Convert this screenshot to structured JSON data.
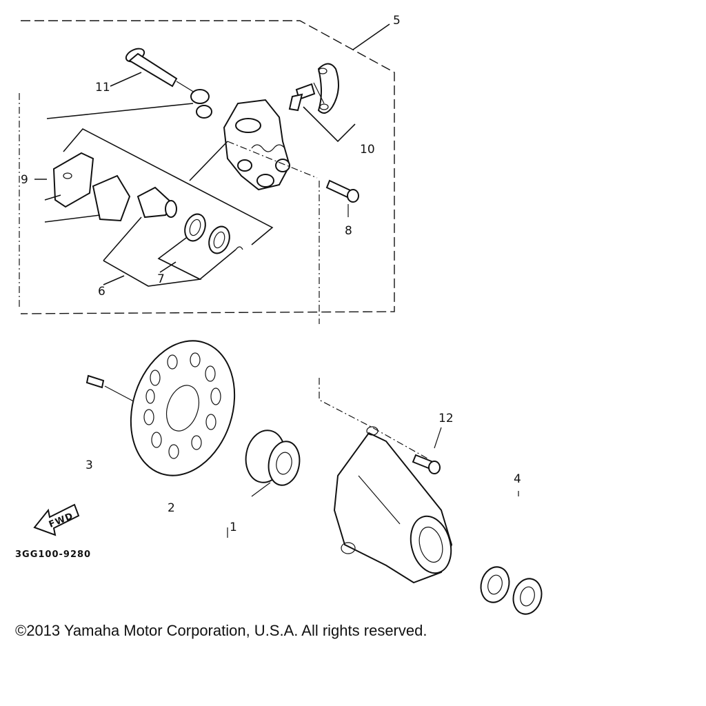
{
  "diagram": {
    "callouts": {
      "c1": "1",
      "c2": "2",
      "c3": "3",
      "c4": "4",
      "c5": "5",
      "c6": "6",
      "c7": "7",
      "c8": "8",
      "c9": "9",
      "c10": "10",
      "c11": "11",
      "c12": "12"
    },
    "fwd_label": "FWD",
    "drawing_code": "3GG100-9280"
  },
  "footer": {
    "copyright": "©2013 Yamaha Motor Corporation, U.S.A. All rights reserved."
  }
}
